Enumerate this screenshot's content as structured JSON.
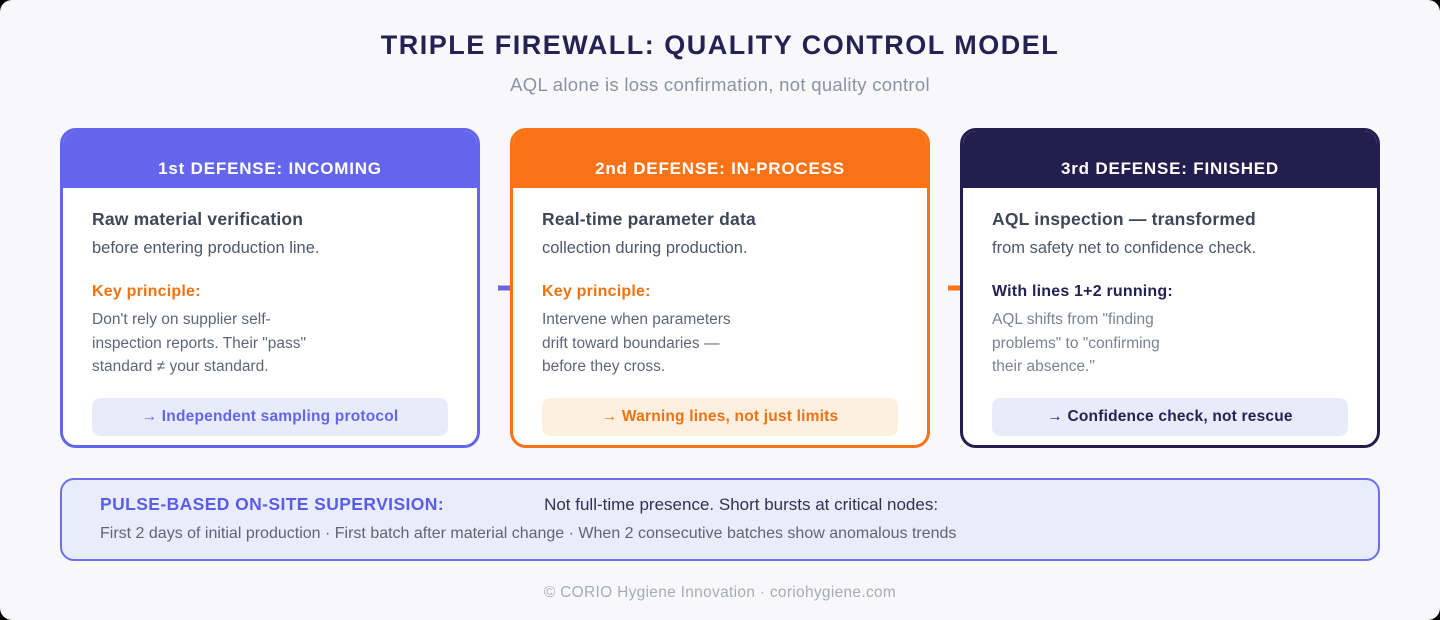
{
  "page": {
    "title": "TRIPLE FIREWALL: QUALITY CONTROL MODEL",
    "subtitle": "AQL alone is loss confirmation, not quality control",
    "footer": "© CORIO Hygiene Innovation · coriohygiene.com"
  },
  "colors": {
    "background": "#f8f8fa",
    "title": "#252253",
    "purple": "#6366ec",
    "orange": "#f97316",
    "navy": "#241e4e"
  },
  "cards": [
    {
      "header": "1st DEFENSE: INCOMING",
      "accent": "#6366ec",
      "title": "Raw material verification",
      "lead": "before entering production line.",
      "key_label": "Key principle:",
      "key_color": "#f0720f",
      "key_text": "Don't rely on supplier self-\ninspection reports. Their \"pass\"\nstandard ≠ your standard.",
      "para_color": "#5d6577",
      "pill": "→ Independent sampling protocol",
      "pill_bg": "#e8ebfa",
      "pill_color": "#6366ec"
    },
    {
      "header": "2nd DEFENSE: IN-PROCESS",
      "accent": "#f97316",
      "title": "Real-time parameter data",
      "lead": "collection during production.",
      "key_label": "Key principle:",
      "key_color": "#f0720f",
      "key_text": "Intervene when parameters\ndrift toward boundaries —\nbefore they cross.",
      "para_color": "#5d6577",
      "pill": "→ Warning lines, not just limits",
      "pill_bg": "#fdf0e1",
      "pill_color": "#f0720f"
    },
    {
      "header": "3rd DEFENSE: FINISHED",
      "accent": "#241e4e",
      "title": "AQL inspection — transformed",
      "lead": "from safety net to confidence check.",
      "key_label": "With lines 1+2 running:",
      "key_color": "#252253",
      "key_text": "AQL shifts from \"finding\nproblems\" to \"confirming\ntheir absence.\"",
      "para_color": "#7b8294",
      "pill": "→ Confidence check, not rescue",
      "pill_bg": "#e8ebfa",
      "pill_color": "#252253"
    }
  ],
  "connectors": [
    {
      "color": "#6366ec"
    },
    {
      "color": "#f97316"
    }
  ],
  "banner": {
    "label": "PULSE-BASED ON-SITE SUPERVISION:",
    "text": "Not full-time presence. Short bursts at critical nodes:",
    "detail": "First 2 days of initial production · First batch after material change · When 2 consecutive batches show anomalous trends"
  }
}
